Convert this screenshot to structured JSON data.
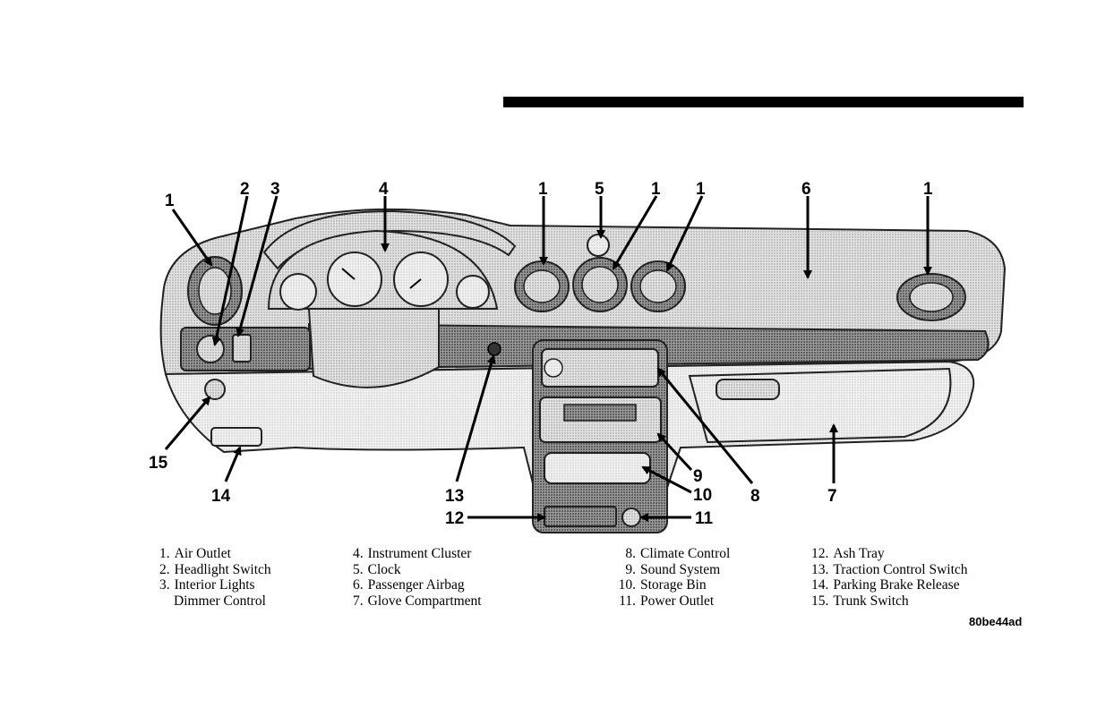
{
  "figure_id": "80be44ad",
  "callouts": {
    "c1a": "1",
    "c2": "2",
    "c3": "3",
    "c4": "4",
    "c1b": "1",
    "c5": "5",
    "c1c": "1",
    "c1d": "1",
    "c6": "6",
    "c1e": "1",
    "c15": "15",
    "c14": "14",
    "c13": "13",
    "c12": "12",
    "c11": "11",
    "c10": "10",
    "c9": "9",
    "c8": "8",
    "c7": "7"
  },
  "legend": {
    "col1": [
      {
        "num": "1.",
        "label": "Air Outlet"
      },
      {
        "num": "2.",
        "label": "Headlight Switch"
      },
      {
        "num": "3.",
        "label": "Interior Lights"
      }
    ],
    "col1_cont": "Dimmer Control",
    "col2": [
      {
        "num": "4.",
        "label": "Instrument Cluster"
      },
      {
        "num": "5.",
        "label": "Clock"
      },
      {
        "num": "6.",
        "label": "Passenger Airbag"
      },
      {
        "num": "7.",
        "label": "Glove Compartment"
      }
    ],
    "col3": [
      {
        "num": "8.",
        "label": "Climate Control"
      },
      {
        "num": "9.",
        "label": "Sound System"
      },
      {
        "num": "10.",
        "label": "Storage Bin"
      },
      {
        "num": "11.",
        "label": "Power Outlet"
      }
    ],
    "col4": [
      {
        "num": "12.",
        "label": "Ash Tray"
      },
      {
        "num": "13.",
        "label": "Traction Control Switch"
      },
      {
        "num": "14.",
        "label": "Parking Brake Release"
      },
      {
        "num": "15.",
        "label": "Trunk Switch"
      }
    ]
  }
}
